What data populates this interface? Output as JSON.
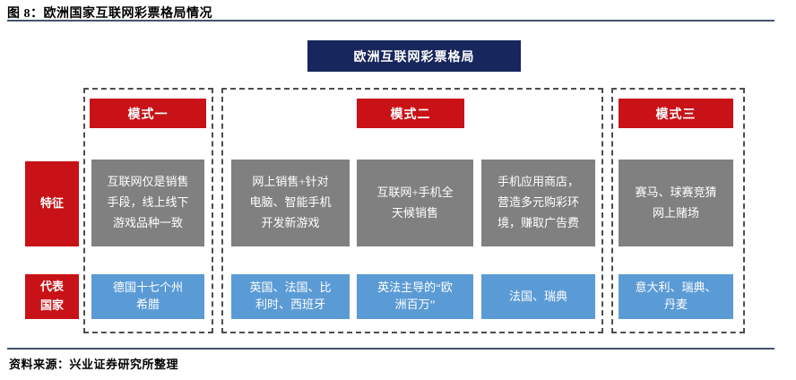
{
  "figure": {
    "title": "图 8：欧洲国家互联网彩票格局情况",
    "source": "资料来源：兴业证券研究所整理"
  },
  "diagram": {
    "root_label": "欧洲互联网彩票格局",
    "row_labels": {
      "feature": "特征",
      "countries": "代表\n国家"
    },
    "modes": [
      {
        "label": "模式一",
        "features": [
          "互联网仅是销售\n手段，线上线下\n游戏品种一致"
        ],
        "countries": [
          "德国十七个州\n希腊"
        ]
      },
      {
        "label": "模式二",
        "features": [
          "网上销售+针对\n电脑、智能手机\n开发新游戏",
          "互联网+手机全\n天候销售",
          "手机应用商店，\n营造多元购彩环\n境，赚取广告费"
        ],
        "countries": [
          "英国、法国、比\n利时、西班牙",
          "英法主导的“欧\n洲百万”",
          "法国、瑞典"
        ]
      },
      {
        "label": "模式三",
        "features": [
          "赛马、球赛竞猜\n网上赌场"
        ],
        "countries": [
          "意大利、瑞典、\n丹麦"
        ]
      }
    ],
    "colors": {
      "root_navy": "#17265c",
      "mode_red": "#c81217",
      "feature_gray": "#808080",
      "country_blue": "#5b9bd5",
      "rule_color": "#44546a",
      "dashed_border": "#4d4d4d"
    }
  }
}
